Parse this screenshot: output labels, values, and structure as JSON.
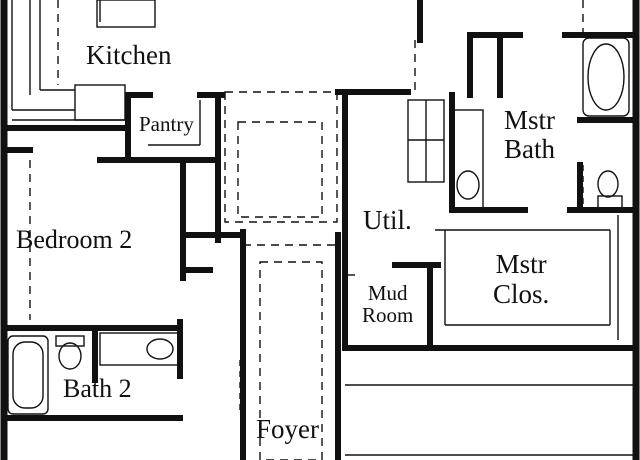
{
  "plan": {
    "rooms": {
      "kitchen": "Kitchen",
      "pantry": "Pantry",
      "bedroom_2": "Bedroom 2",
      "bath_2": "Bath 2",
      "foyer": "Foyer",
      "util": "Util.",
      "mud_room_line1": "Mud",
      "mud_room_line2": "Room",
      "master_bath_line1": "Mstr",
      "master_bath_line2": "Bath",
      "master_closet_line1": "Mstr",
      "master_closet_line2": "Clos."
    }
  },
  "colors": {
    "wall": "#111111",
    "background": "#ffffff"
  }
}
